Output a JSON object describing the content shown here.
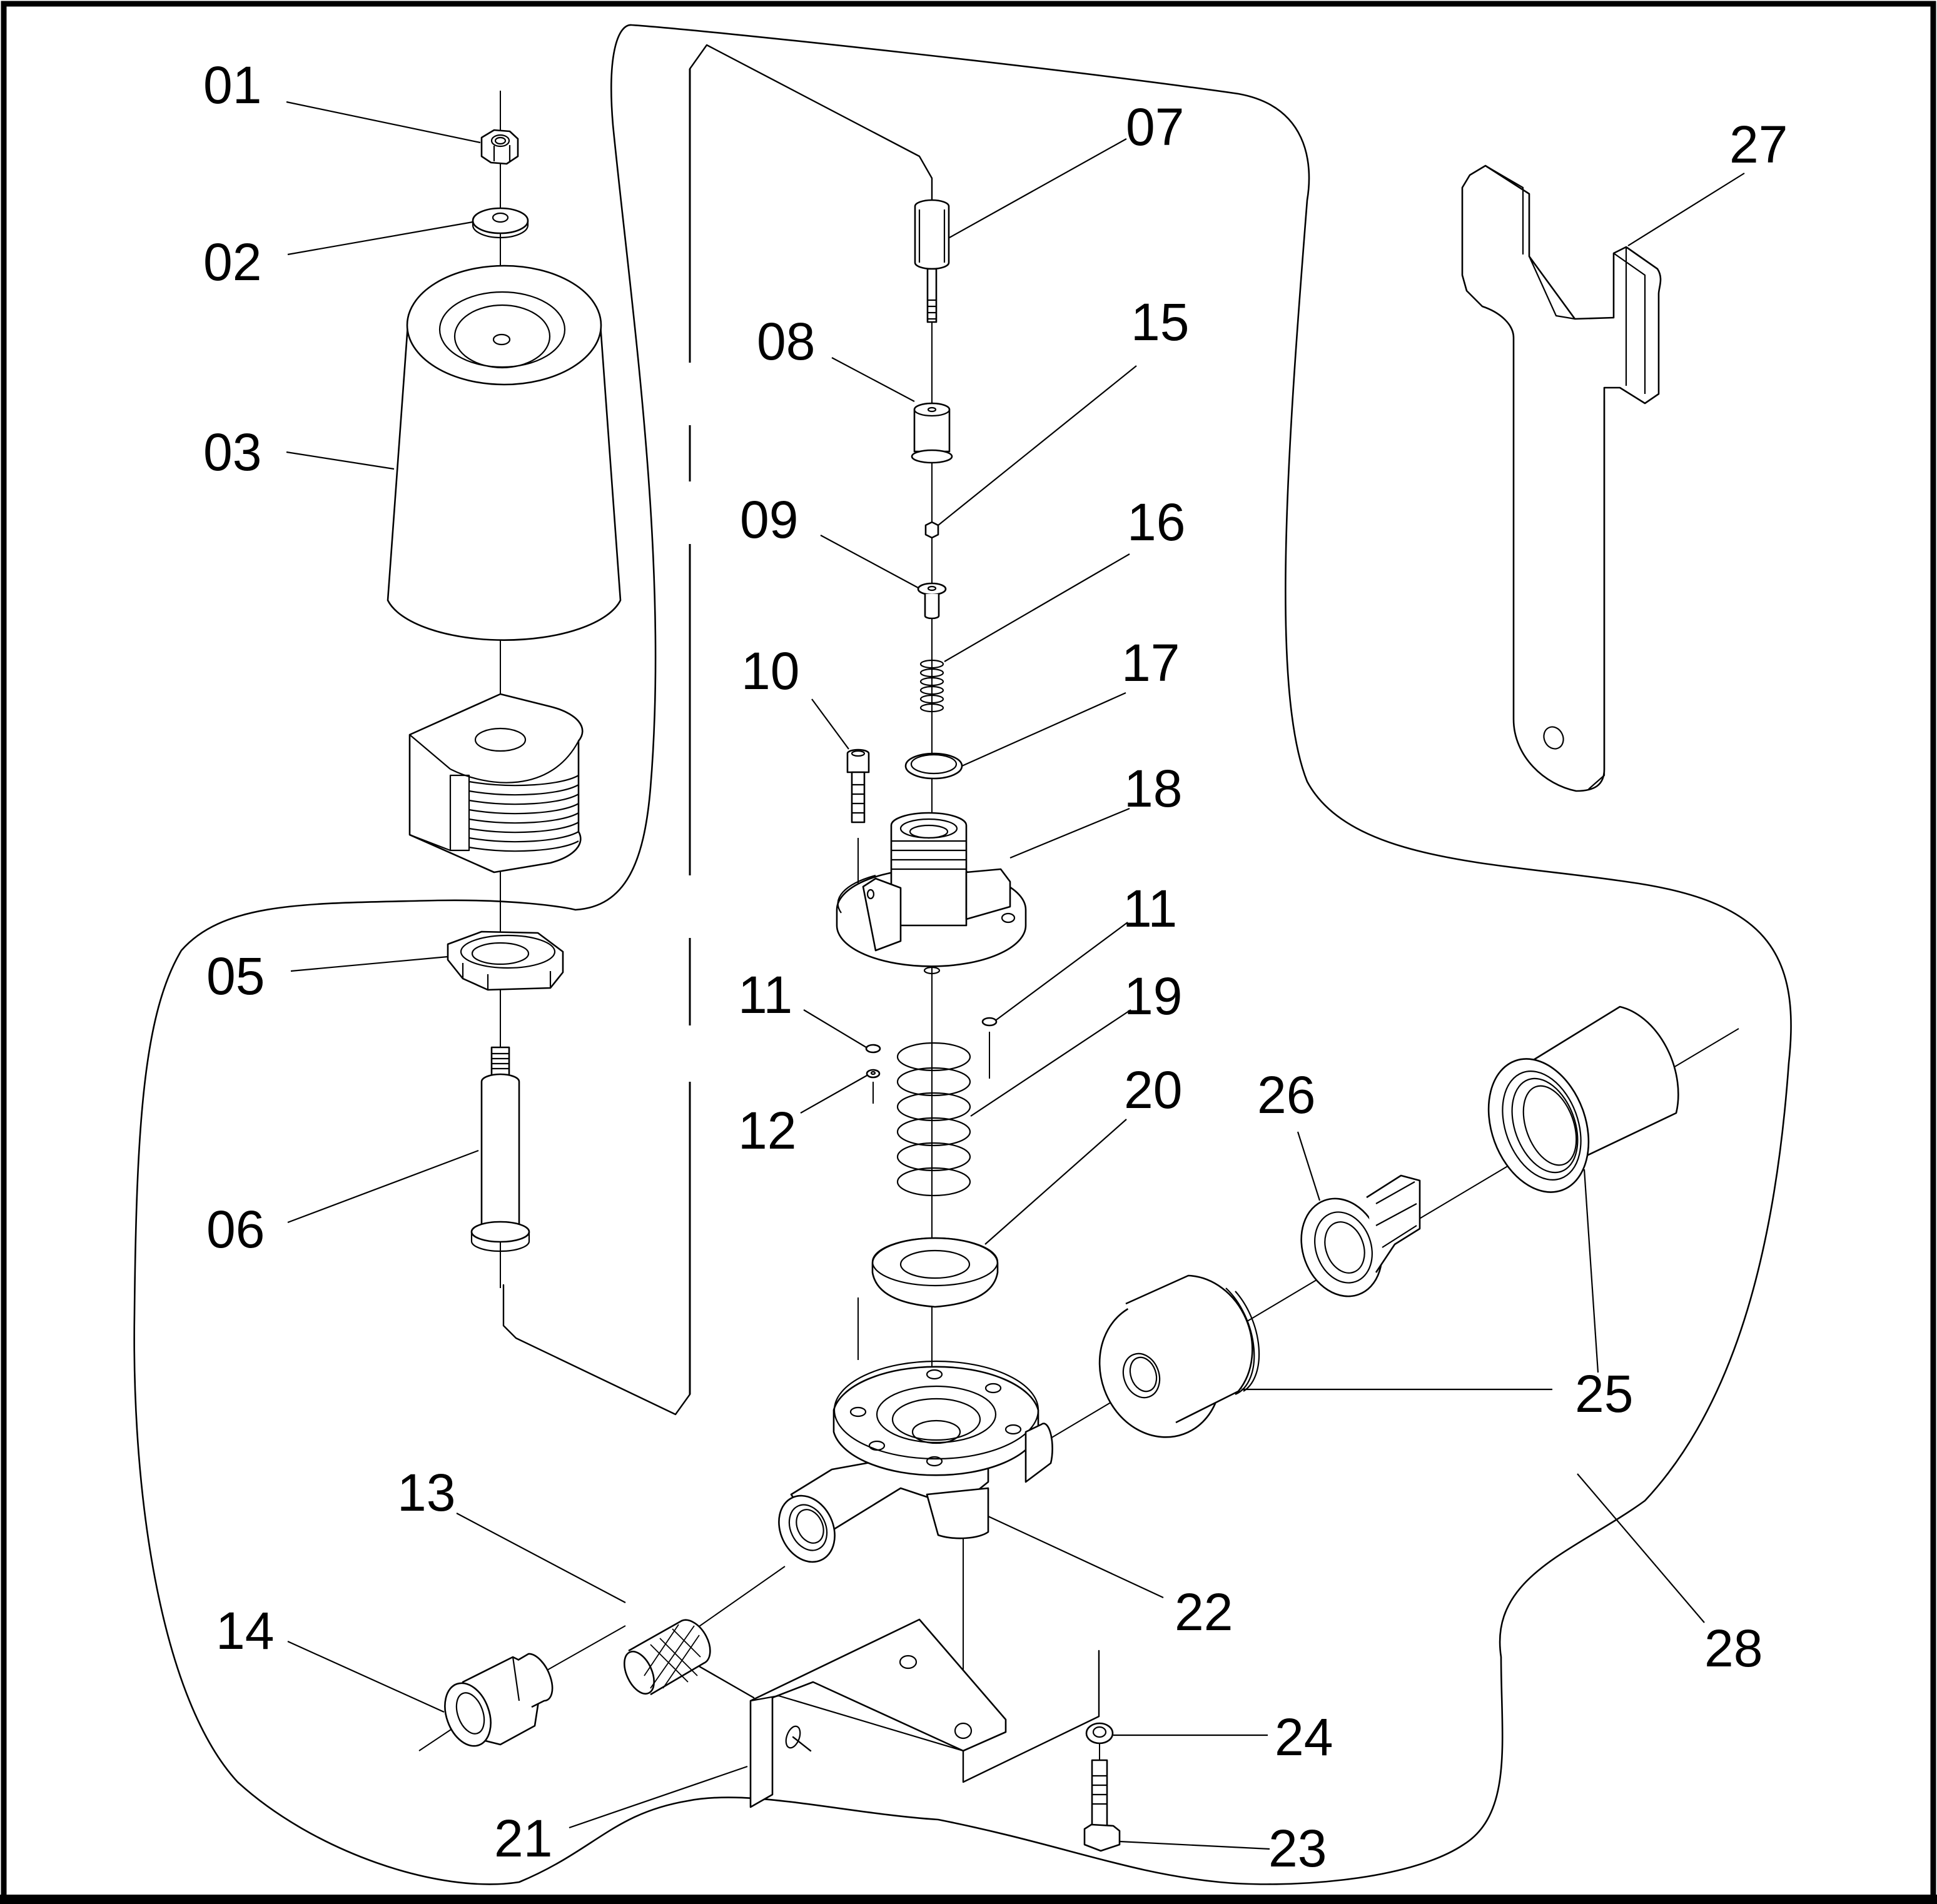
{
  "diagram": {
    "type": "exploded-parts-view",
    "subject": "solenoid valve assembly with wrench",
    "line_color": "#000000",
    "background": "#ffffff"
  },
  "callouts": [
    {
      "id": "01",
      "label": "01",
      "part": "hex nut"
    },
    {
      "id": "02",
      "label": "02",
      "part": "washer"
    },
    {
      "id": "03",
      "label": "03",
      "part": "coil cover"
    },
    {
      "id": "05",
      "label": "05",
      "part": "hex lock nut"
    },
    {
      "id": "06",
      "label": "06",
      "part": "plunger tube"
    },
    {
      "id": "07",
      "label": "07",
      "part": "knob"
    },
    {
      "id": "08",
      "label": "08",
      "part": "cap"
    },
    {
      "id": "09",
      "label": "09",
      "part": "flanged bushing"
    },
    {
      "id": "10",
      "label": "10",
      "part": "socket head screw"
    },
    {
      "id": "11a",
      "label": "11",
      "part": "o-ring"
    },
    {
      "id": "11b",
      "label": "11",
      "part": "o-ring"
    },
    {
      "id": "12",
      "label": "12",
      "part": "washer"
    },
    {
      "id": "13",
      "label": "13",
      "part": "strainer"
    },
    {
      "id": "14",
      "label": "14",
      "part": "fitting"
    },
    {
      "id": "15",
      "label": "15",
      "part": "small nut"
    },
    {
      "id": "16",
      "label": "16",
      "part": "small spring"
    },
    {
      "id": "17",
      "label": "17",
      "part": "ring seal"
    },
    {
      "id": "18",
      "label": "18",
      "part": "bonnet"
    },
    {
      "id": "19",
      "label": "19",
      "part": "main spring"
    },
    {
      "id": "20",
      "label": "20",
      "part": "diaphragm"
    },
    {
      "id": "21",
      "label": "21",
      "part": "mounting bracket"
    },
    {
      "id": "22",
      "label": "22",
      "part": "valve body"
    },
    {
      "id": "23",
      "label": "23",
      "part": "hex bolt"
    },
    {
      "id": "24",
      "label": "24",
      "part": "washer"
    },
    {
      "id": "25",
      "label": "25",
      "part": "coupling nut / adapter"
    },
    {
      "id": "26",
      "label": "26",
      "part": "insert"
    },
    {
      "id": "27",
      "label": "27",
      "part": "wrench"
    },
    {
      "id": "28",
      "label": "28",
      "part": "assembly outline"
    }
  ]
}
